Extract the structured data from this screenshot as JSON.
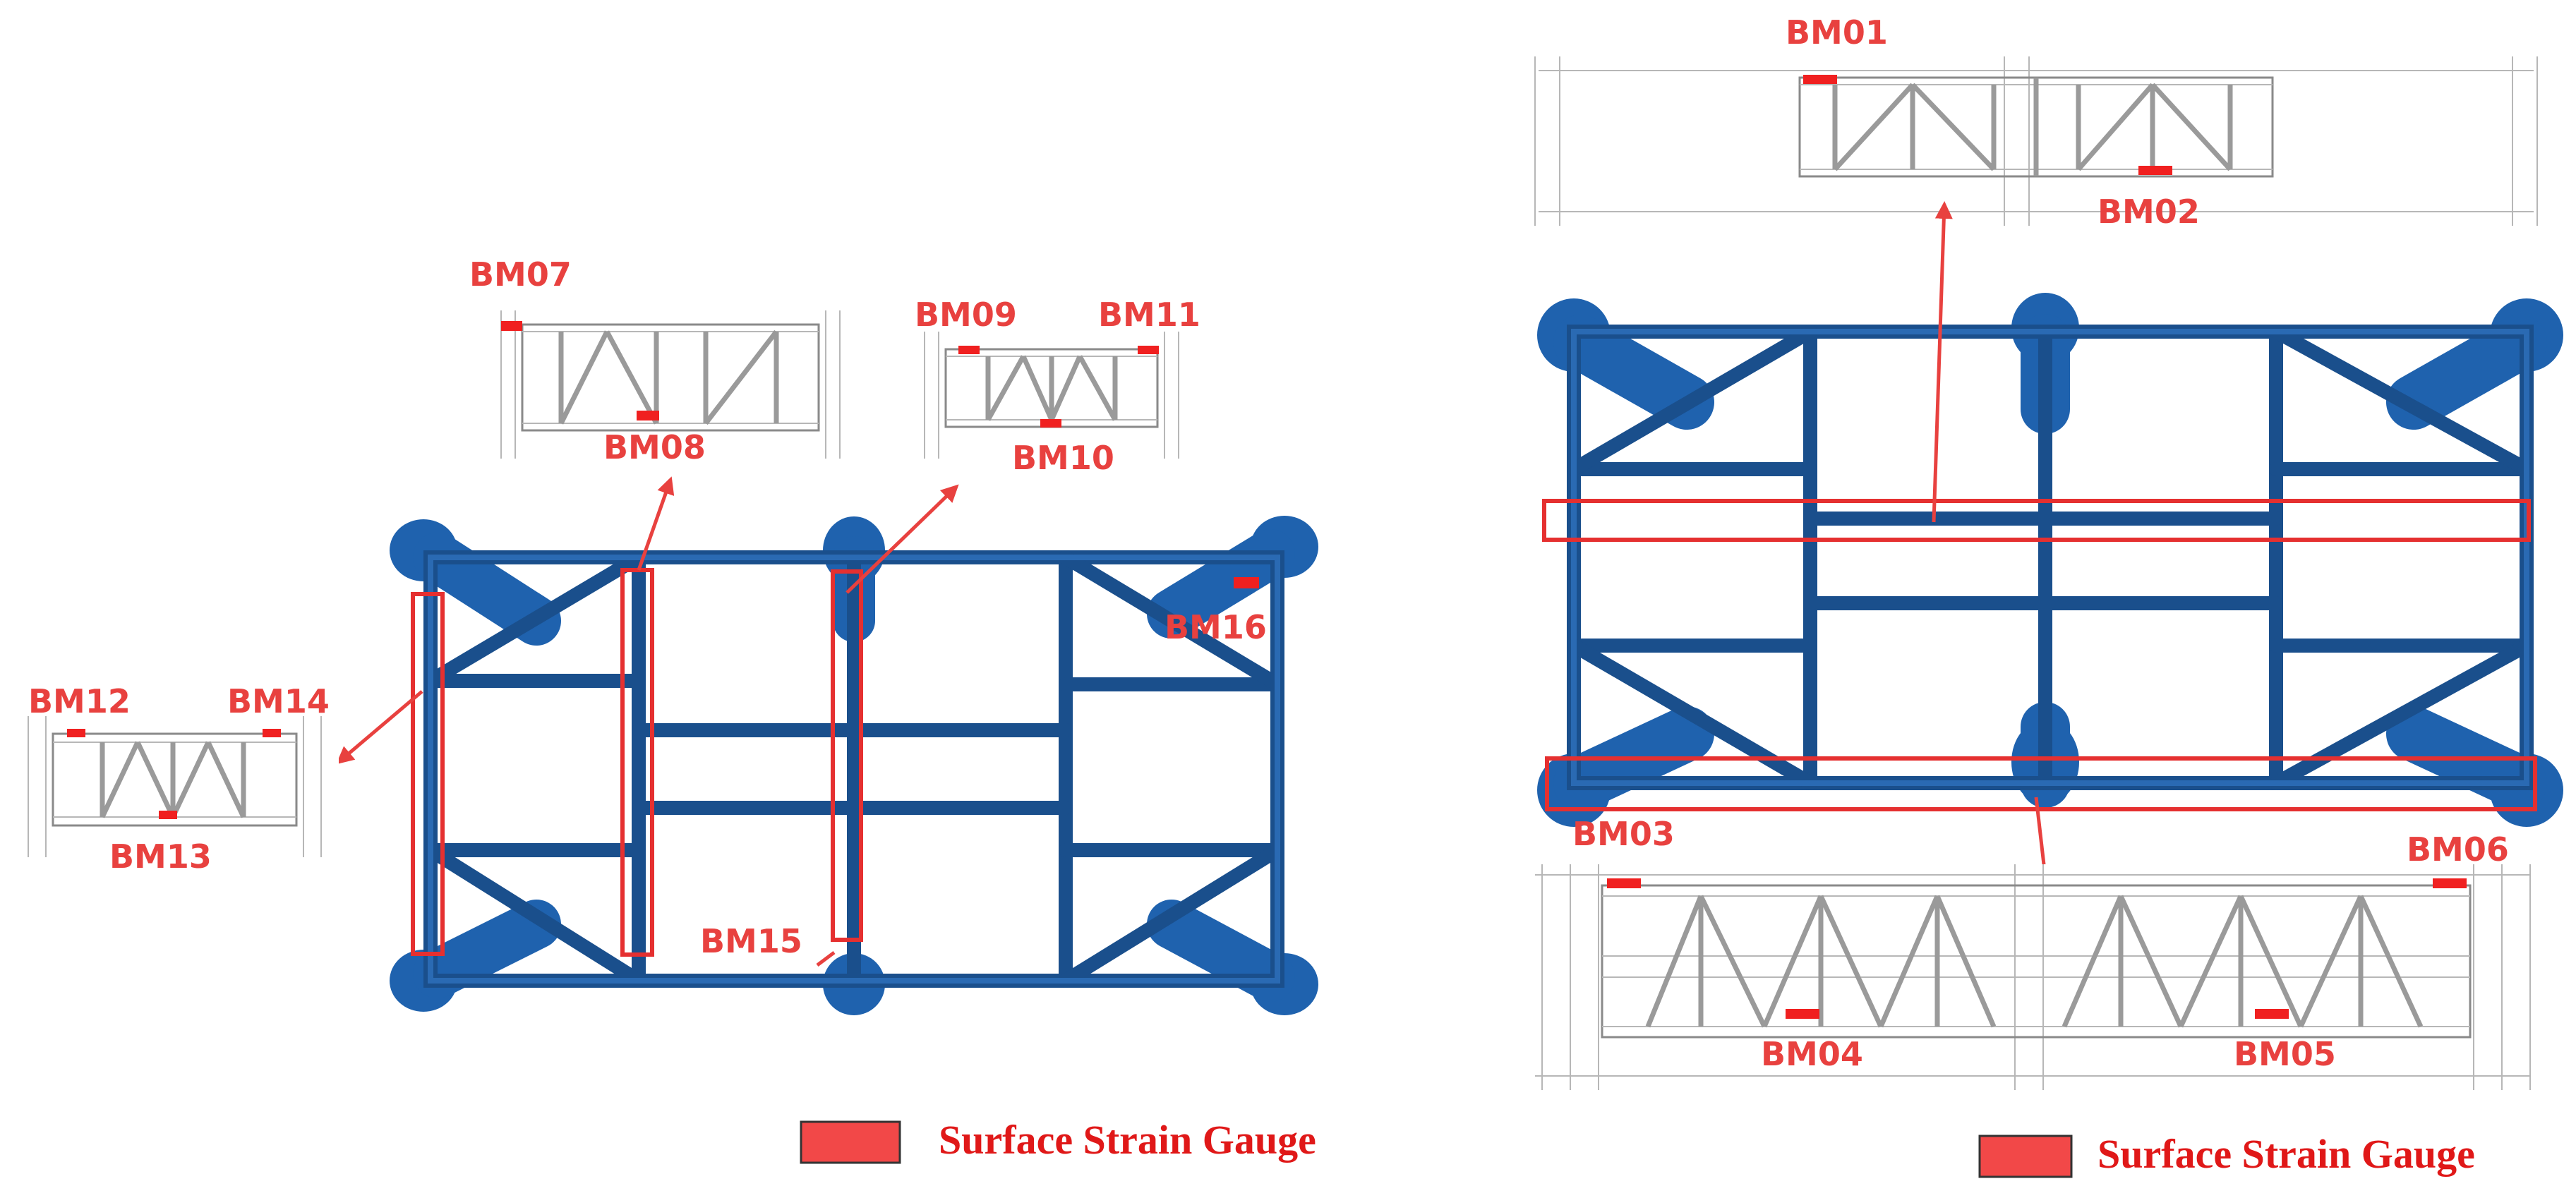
{
  "gauges": {
    "bm01": "BM01",
    "bm02": "BM02",
    "bm03": "BM03",
    "bm04": "BM04",
    "bm05": "BM05",
    "bm06": "BM06",
    "bm07": "BM07",
    "bm08": "BM08",
    "bm09": "BM09",
    "bm10": "BM10",
    "bm11": "BM11",
    "bm12": "BM12",
    "bm13": "BM13",
    "bm14": "BM14",
    "bm15": "BM15",
    "bm16": "BM16"
  },
  "legend": {
    "label": "Surface Strain Gauge",
    "swatch_color": "#f24848"
  },
  "colors": {
    "frame": "#1a4f8c",
    "gauge": "#f02020",
    "leader": "#e8413f"
  }
}
